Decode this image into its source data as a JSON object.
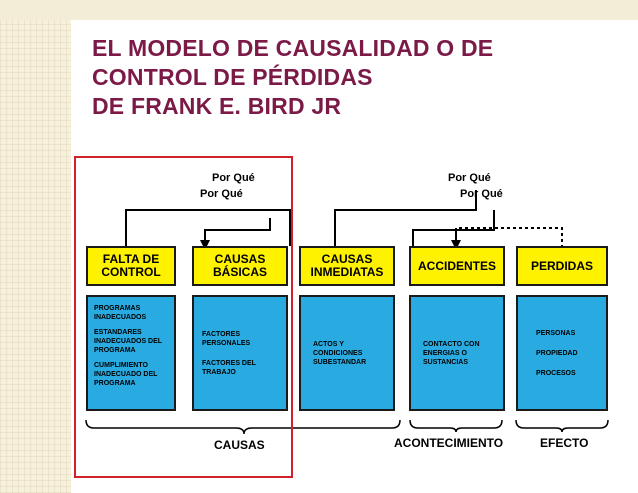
{
  "title": {
    "line1": "EL MODELO DE CAUSALIDAD O DE",
    "line2": "CONTROL DE PÉRDIDAS",
    "line3": "DE FRANK E. BIRD JR"
  },
  "why_labels": {
    "left_1": "Por Qué",
    "left_2": "Por Qué",
    "right_1": "Por Qué",
    "right_2": "Por Qué"
  },
  "boxes": [
    {
      "id": "falta",
      "label_1": "FALTA DE",
      "label_2": "CONTROL"
    },
    {
      "id": "basicas",
      "label_1": "CAUSAS",
      "label_2": "BÁSICAS"
    },
    {
      "id": "inmediatas",
      "label_1": "CAUSAS",
      "label_2": "INMEDIATAS"
    },
    {
      "id": "accidentes",
      "label_1": "ACCIDENTES",
      "label_2": ""
    },
    {
      "id": "perdidas",
      "label_1": "PERDIDAS",
      "label_2": ""
    }
  ],
  "details": {
    "falta": [
      "PROGRAMAS INADECUADOS",
      "ESTANDARES INADECUADOS DEL PROGRAMA",
      "CUMPLIMIENTO INADECUADO DEL PROGRAMA"
    ],
    "basicas": [
      "FACTORES PERSONALES",
      "FACTORES DEL TRABAJO"
    ],
    "inmediatas": [
      "ACTOS Y CONDICIONES SUBESTANDAR"
    ],
    "accidentes": [
      "CONTACTO CON ENERGIAS O SUSTANCIAS"
    ],
    "perdidas": [
      "PERSONAS",
      "PROPIEDAD",
      "PROCESOS"
    ]
  },
  "groups": {
    "causas": "CAUSAS",
    "acontecimiento": "ACONTECIMIENTO",
    "efecto": "EFECTO"
  },
  "colors": {
    "title": "#7b1a46",
    "box_yellow": "#fff200",
    "box_blue": "#29abe2",
    "frame_red": "#d0202a"
  }
}
